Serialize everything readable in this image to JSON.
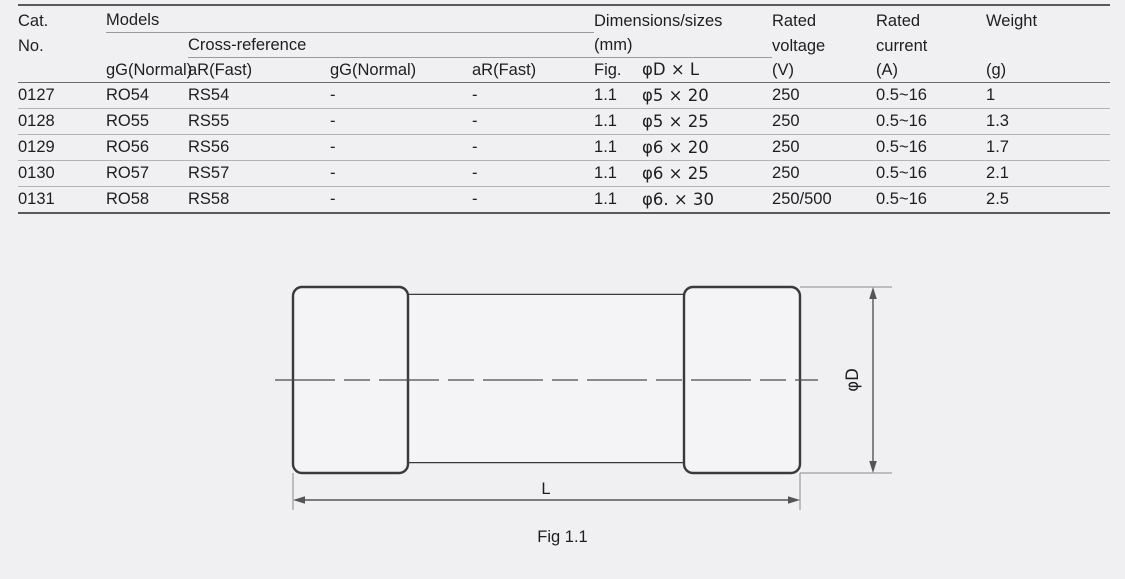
{
  "table": {
    "header": {
      "cat_no_line1": "Cat.",
      "cat_no_line2": "No.",
      "models_group": "Models",
      "cross_reference_group": "Cross-reference",
      "dimensions_group_line1": "Dimensions/sizes",
      "dimensions_group_line2": "(mm)",
      "rated_voltage_line1": "Rated",
      "rated_voltage_line2": "voltage",
      "rated_current_line1": "Rated",
      "rated_current_line2": "current",
      "weight_line1": "Weight",
      "sub": {
        "models_gg": "gG(Normal)",
        "models_ar": "aR(Fast)",
        "xref_gg": "gG(Normal)",
        "xref_ar": "aR(Fast)",
        "fig": "Fig.",
        "dim": "φD × L",
        "voltage_unit": "(V)",
        "current_unit": "(A)",
        "weight_unit": "(g)"
      }
    },
    "rows": [
      {
        "cat_no": "0127",
        "model_gg": "RO54",
        "model_ar": "RS54",
        "xref_gg": "-",
        "xref_ar": "-",
        "fig": "1.1",
        "dim": "φ5 × 20",
        "rated_voltage": "250",
        "rated_current": "0.5~16",
        "weight": "1"
      },
      {
        "cat_no": "0128",
        "model_gg": "RO55",
        "model_ar": "RS55",
        "xref_gg": "-",
        "xref_ar": "-",
        "fig": "1.1",
        "dim": "φ5 × 25",
        "rated_voltage": "250",
        "rated_current": "0.5~16",
        "weight": "1.3"
      },
      {
        "cat_no": "0129",
        "model_gg": "RO56",
        "model_ar": "RS56",
        "xref_gg": "-",
        "xref_ar": "-",
        "fig": "1.1",
        "dim": "φ6 × 20",
        "rated_voltage": "250",
        "rated_current": "0.5~16",
        "weight": "1.7"
      },
      {
        "cat_no": "0130",
        "model_gg": "RO57",
        "model_ar": "RS57",
        "xref_gg": "-",
        "xref_ar": "-",
        "fig": "1.1",
        "dim": "φ6 × 25",
        "rated_voltage": "250",
        "rated_current": "0.5~16",
        "weight": "2.1"
      },
      {
        "cat_no": "0131",
        "model_gg": "RO58",
        "model_ar": "RS58",
        "xref_gg": "-",
        "xref_ar": "-",
        "fig": "1.1",
        "dim": "φ6. × 30",
        "rated_voltage": "250/500",
        "rated_current": "0.5~16",
        "weight": "2.5"
      }
    ]
  },
  "figure": {
    "caption": "Fig 1.1",
    "diameter_label": "φD",
    "length_label": "L"
  },
  "colors": {
    "background": "#f0f0f2",
    "text": "#1e1e1e",
    "rule_heavy": "#5a5a5a",
    "rule_light": "#b4b4b4",
    "drawing_outline": "#3a3a3a",
    "dimension_line": "#555555"
  }
}
